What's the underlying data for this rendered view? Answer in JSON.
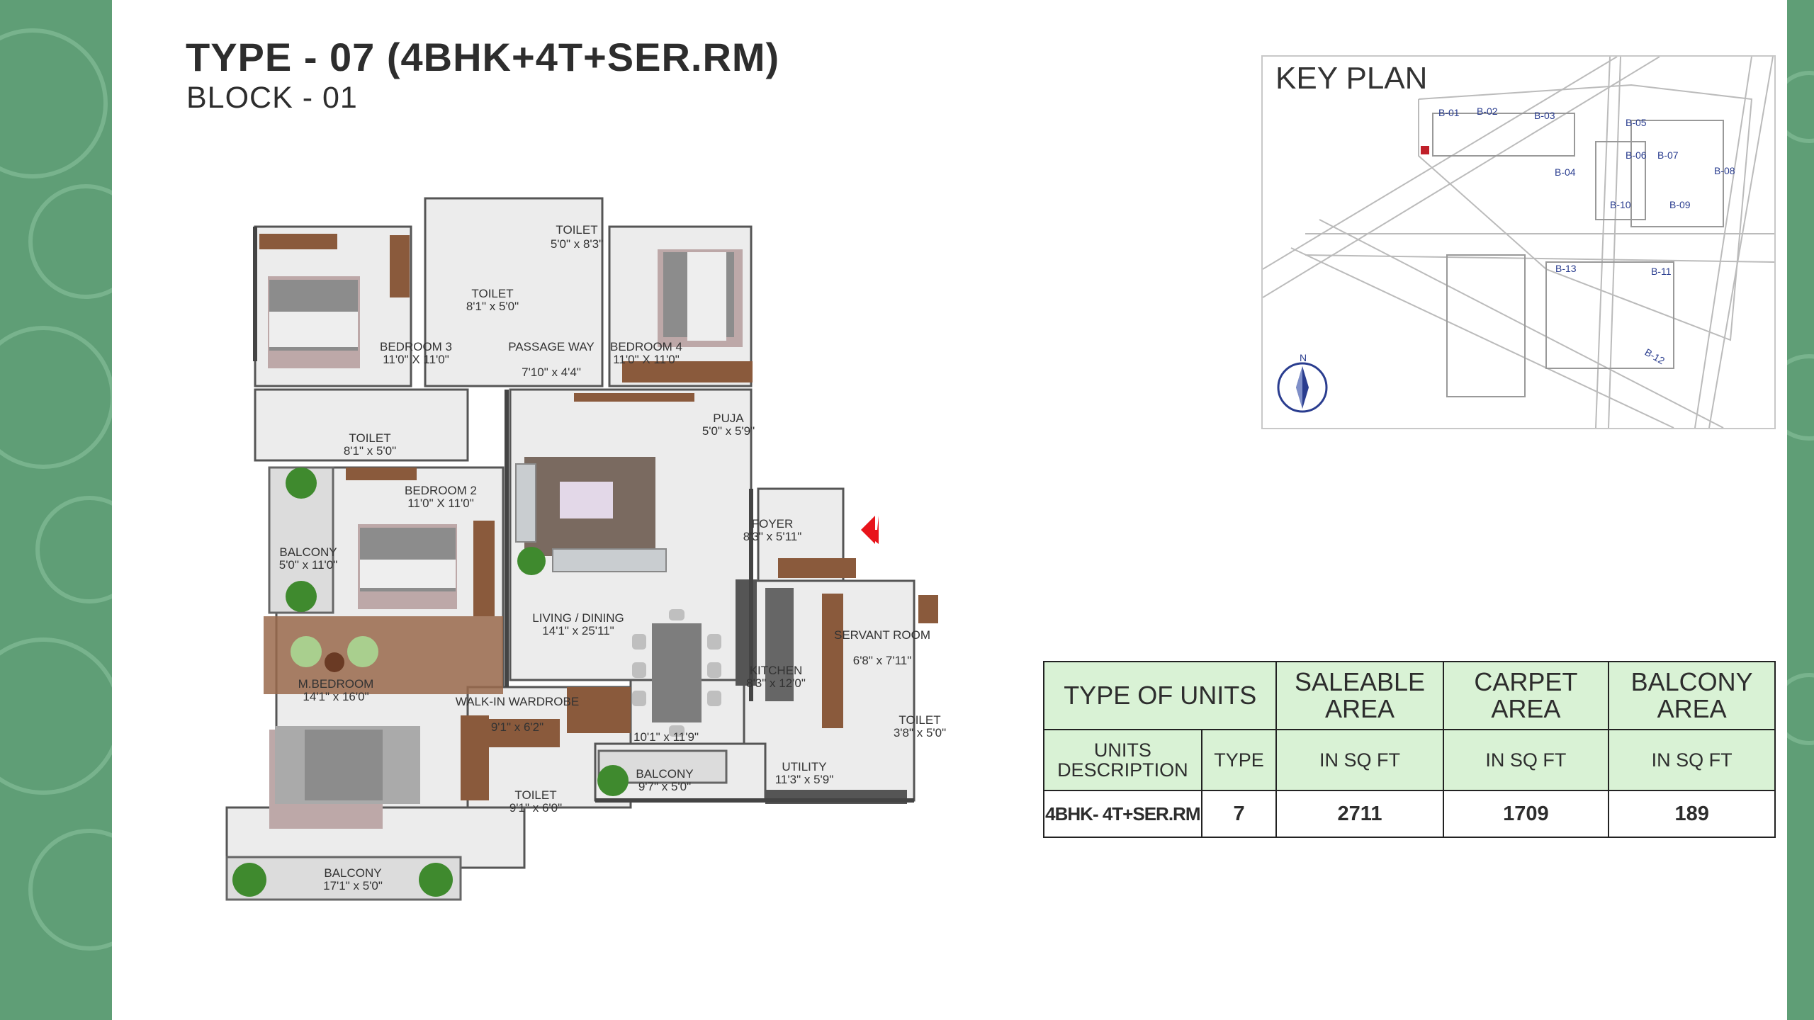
{
  "header": {
    "title": "TYPE - 07 (4BHK+4T+SER.RM)",
    "subtitle": "BLOCK - 01"
  },
  "key_plan": {
    "title": "KEY PLAN",
    "north_label": "N",
    "blocks": [
      "B-01",
      "B-02",
      "B-03",
      "B-04",
      "B-05",
      "B-06",
      "B-07",
      "B-08",
      "B-09",
      "B-10",
      "B-11",
      "B-12",
      "B-13"
    ]
  },
  "floor_plan": {
    "rooms": [
      {
        "name": "TOILET",
        "size": "5'0\" x 8'3\""
      },
      {
        "name": "TOILET",
        "size": "8'1\" x 5'0\""
      },
      {
        "name": "BEDROOM 3",
        "size": "11'0\" X 11'0\""
      },
      {
        "name": "PASSAGE WAY",
        "size": "7'10\" x 4'4\""
      },
      {
        "name": "BEDROOM 4",
        "size": "11'0\" X 11'0\""
      },
      {
        "name": "PUJA",
        "size": "5'0\" x 5'9\""
      },
      {
        "name": "TOILET",
        "size": "8'1\" x 5'0\""
      },
      {
        "name": "BEDROOM 2",
        "size": "11'0\" X 11'0\""
      },
      {
        "name": "BALCONY",
        "size": "5'0\" x 11'0\""
      },
      {
        "name": "FOYER",
        "size": "8'3\" x 5'11\""
      },
      {
        "name": "LIVING / DINING",
        "size": "14'1\" x 25'11\""
      },
      {
        "name": "SERVANT ROOM",
        "size": "6'8\" x 7'11\""
      },
      {
        "name": "M.BEDROOM",
        "size": "14'1\" x 16'0\""
      },
      {
        "name": "KITCHEN",
        "size": "8'3\" x 12'0\""
      },
      {
        "name": "WALK-IN WARDROBE",
        "size": "9'1\" x 6'2\""
      },
      {
        "name": "TOILET",
        "size": "3'8\" x 5'0\""
      },
      {
        "name": "",
        "size": "10'1\" x 11'9\""
      },
      {
        "name": "BALCONY",
        "size": "9'7\" x 5'0\""
      },
      {
        "name": "UTILITY",
        "size": "11'3\" x 5'9\""
      },
      {
        "name": "TOILET",
        "size": "9'1\" x 6'0\""
      },
      {
        "name": "BALCONY",
        "size": "17'1\" x 5'0\""
      }
    ]
  },
  "units_table": {
    "headers": {
      "type_of_units": "TYPE OF UNITS",
      "saleable": "SALEABLE AREA",
      "carpet": "CARPET AREA",
      "balcony": "BALCONY AREA"
    },
    "subheaders": {
      "units_description": "UNITS DESCRIPTION",
      "type": "TYPE",
      "saleable_unit": "IN SQ FT",
      "carpet_unit": "IN SQ FT",
      "balcony_unit": "IN SQ FT"
    },
    "row": {
      "description": "4BHK- 4T+SER.RM",
      "type": "7",
      "saleable": "2711",
      "carpet": "1709",
      "balcony": "189"
    }
  },
  "colors": {
    "side_band": "#5f9e76",
    "table_header_bg": "#d9f2d5",
    "entry_marker": "#e8141b",
    "wood": "#8a5a3c",
    "floor": "#ececec"
  }
}
